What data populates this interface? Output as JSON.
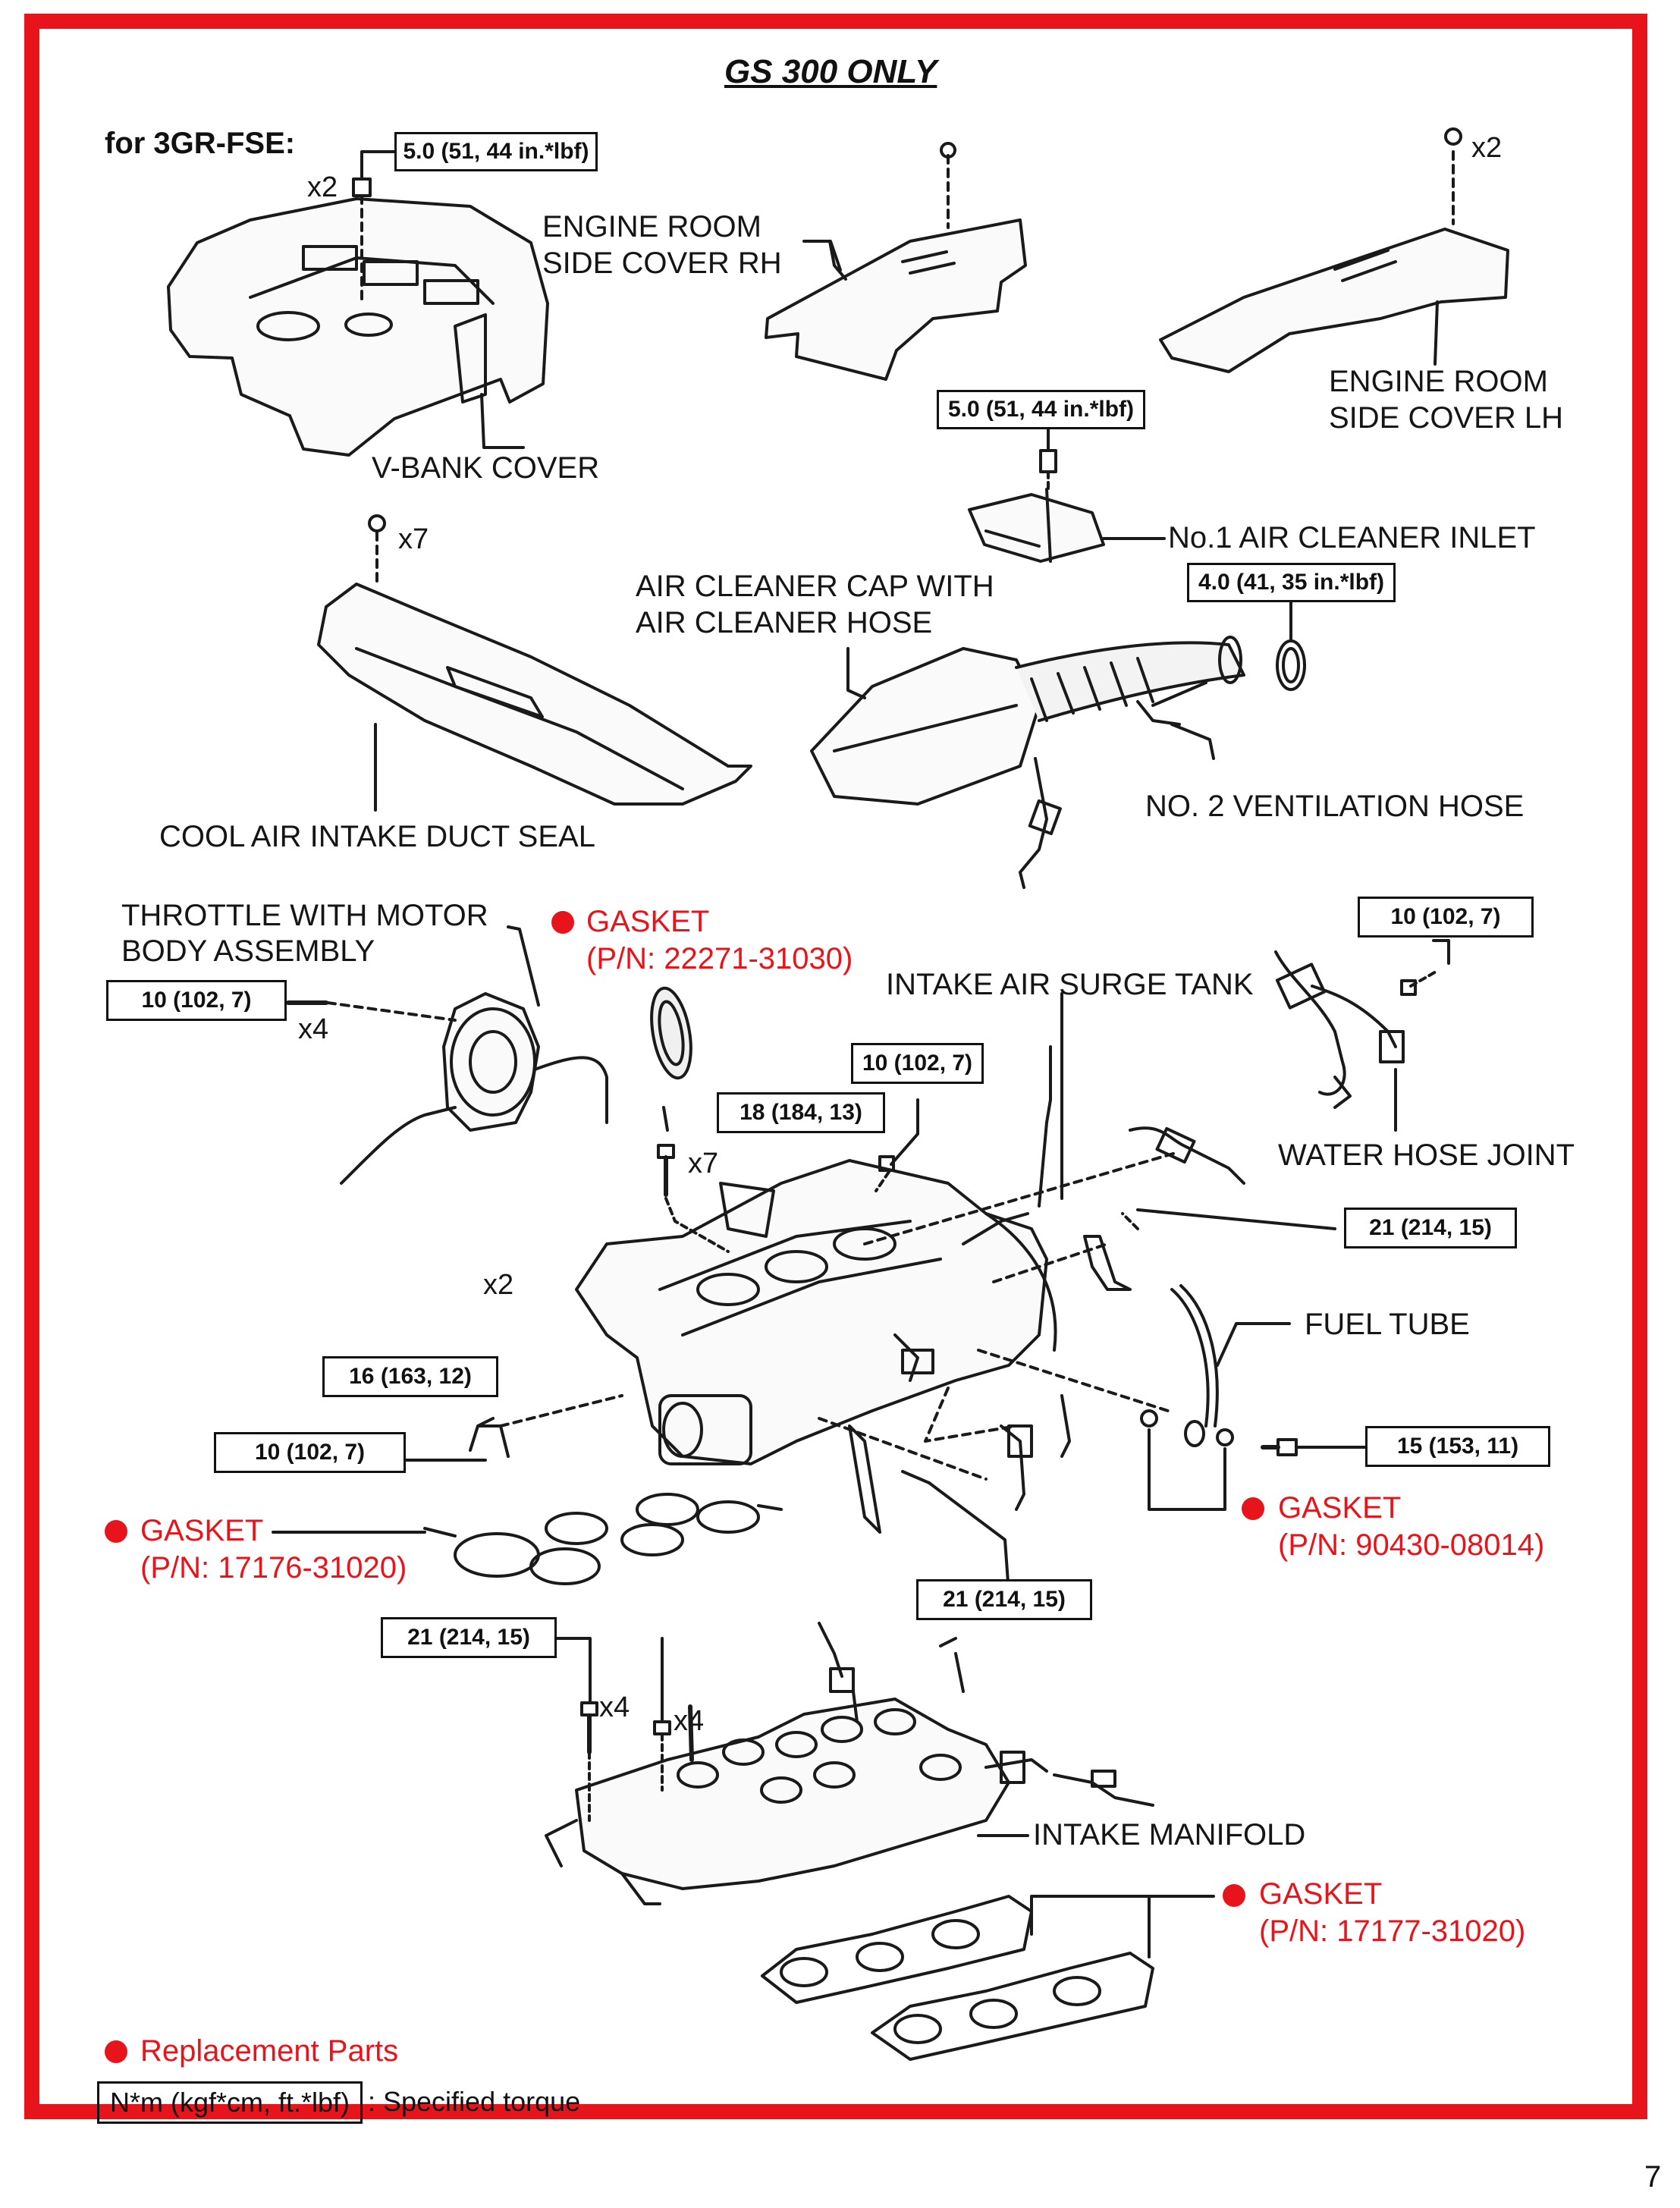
{
  "title": "GS 300 ONLY",
  "subtitle": "for 3GR-FSE:",
  "page_number": "7",
  "colors": {
    "frame": "#e8141b",
    "replacement_marker": "#e8141b",
    "ink": "#111111"
  },
  "labels": {
    "v_bank_cover": "V-BANK COVER",
    "side_cover_rh": [
      "ENGINE ROOM",
      "SIDE COVER RH"
    ],
    "side_cover_lh": [
      "ENGINE ROOM",
      "SIDE COVER LH"
    ],
    "no1_air_cleaner_inlet": "No.1 AIR CLEANER INLET",
    "air_cleaner_cap": [
      "AIR CLEANER CAP WITH",
      "AIR CLEANER HOSE"
    ],
    "cool_air_duct_seal": "COOL AIR INTAKE DUCT SEAL",
    "no2_ventilation_hose": "NO. 2 VENTILATION HOSE",
    "throttle_body": [
      "THROTTLE WITH MOTOR",
      "BODY ASSEMBLY"
    ],
    "intake_air_surge_tank": "INTAKE AIR SURGE TANK",
    "water_hose_joint": "WATER HOSE JOINT",
    "fuel_tube": "FUEL TUBE",
    "intake_manifold": "INTAKE MANIFOLD"
  },
  "gaskets": [
    {
      "name": "GASKET",
      "pn": "(P/N: 22271-31030)"
    },
    {
      "name": "GASKET",
      "pn": "(P/N: 90430-08014)"
    },
    {
      "name": "GASKET",
      "pn": "(P/N: 17176-31020)"
    },
    {
      "name": "GASKET",
      "pn": "(P/N: 17177-31020)"
    }
  ],
  "torques": {
    "v_bank": "5.0 (51, 44 in.*lbf)",
    "inlet": "5.0 (51, 44 in.*lbf)",
    "clamp": "4.0 (41, 35 in.*lbf)",
    "throttle": "10 (102, 7)",
    "water_hose": "10 (102, 7)",
    "surge_top": "10 (102, 7)",
    "surge_bolt": "18 (184, 13)",
    "bracket_right": "21 (214, 15)",
    "nut_left": "16 (163, 12)",
    "bracket_left": "10 (102, 7)",
    "fuel_bolt": "15 (153, 11)",
    "stay_bottom": "21 (214, 15)",
    "manifold": "21 (214, 15)"
  },
  "multipliers": {
    "v_bank": "x2",
    "side_lh": "x2",
    "duct_seal": "x7",
    "throttle": "x4",
    "surge": "x7",
    "nut": "x2",
    "manifold_bolt": "x4",
    "manifold_stud": "x4"
  },
  "legend": {
    "replacement": "Replacement Parts",
    "torque_unit": "N*m (kgf*cm, ft.*lbf)",
    "torque_desc": ": Specified torque"
  }
}
